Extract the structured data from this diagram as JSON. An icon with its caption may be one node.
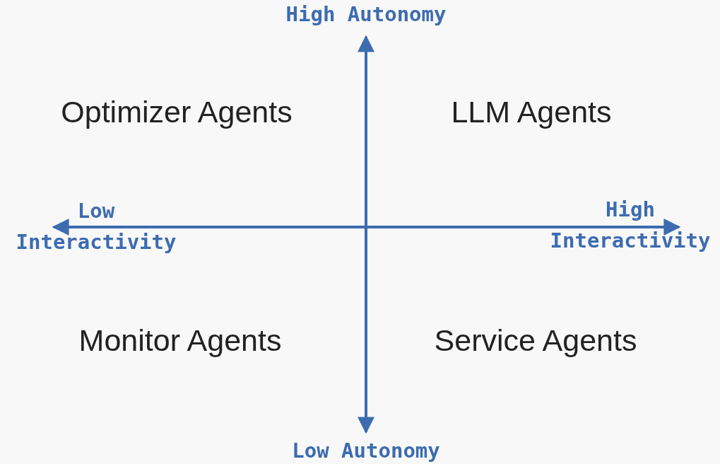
{
  "diagram": {
    "labels": [
      "High Autonomy",
      "Optimizer Agents",
      "LLM Agents",
      "Low Interactivity",
      "High Interactivity",
      "Monitor Agents",
      "Service Agents",
      "Low Autonomy"
    ]
  }
}
